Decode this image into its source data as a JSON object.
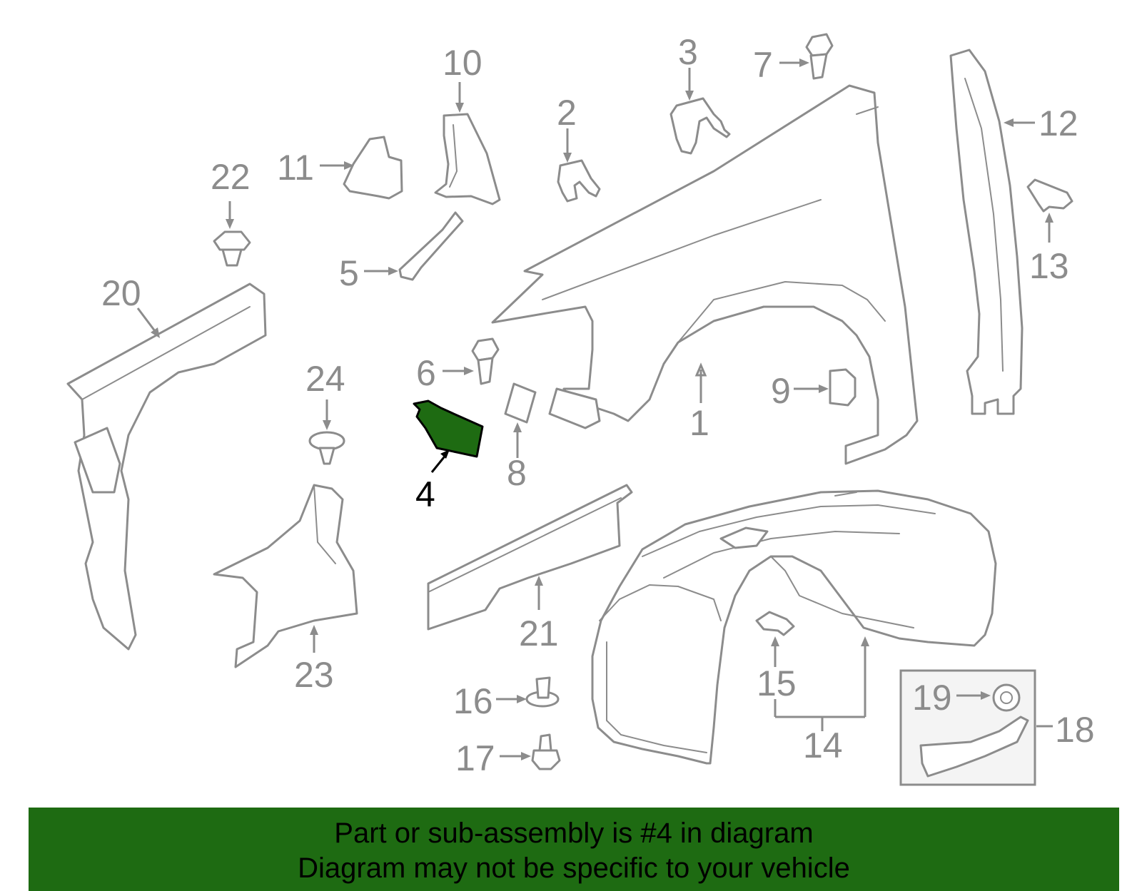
{
  "diagram": {
    "highlighted_part": "4",
    "callouts": {
      "c1": "1",
      "c2": "2",
      "c3": "3",
      "c4": "4",
      "c5": "5",
      "c6": "6",
      "c7": "7",
      "c8": "8",
      "c9": "9",
      "c10": "10",
      "c11": "11",
      "c12": "12",
      "c13": "13",
      "c14": "14",
      "c15": "15",
      "c16": "16",
      "c17": "17",
      "c18": "18",
      "c19": "19",
      "c20": "20",
      "c21": "21",
      "c22": "22",
      "c23": "23",
      "c24": "24"
    }
  },
  "banner": {
    "line1": "Part or sub-assembly is #4 in diagram",
    "line2": "Diagram may not be specific to your vehicle"
  },
  "colors": {
    "highlight": "#1e6b12",
    "line_art": "#8c8c8c",
    "background": "#ffffff"
  }
}
